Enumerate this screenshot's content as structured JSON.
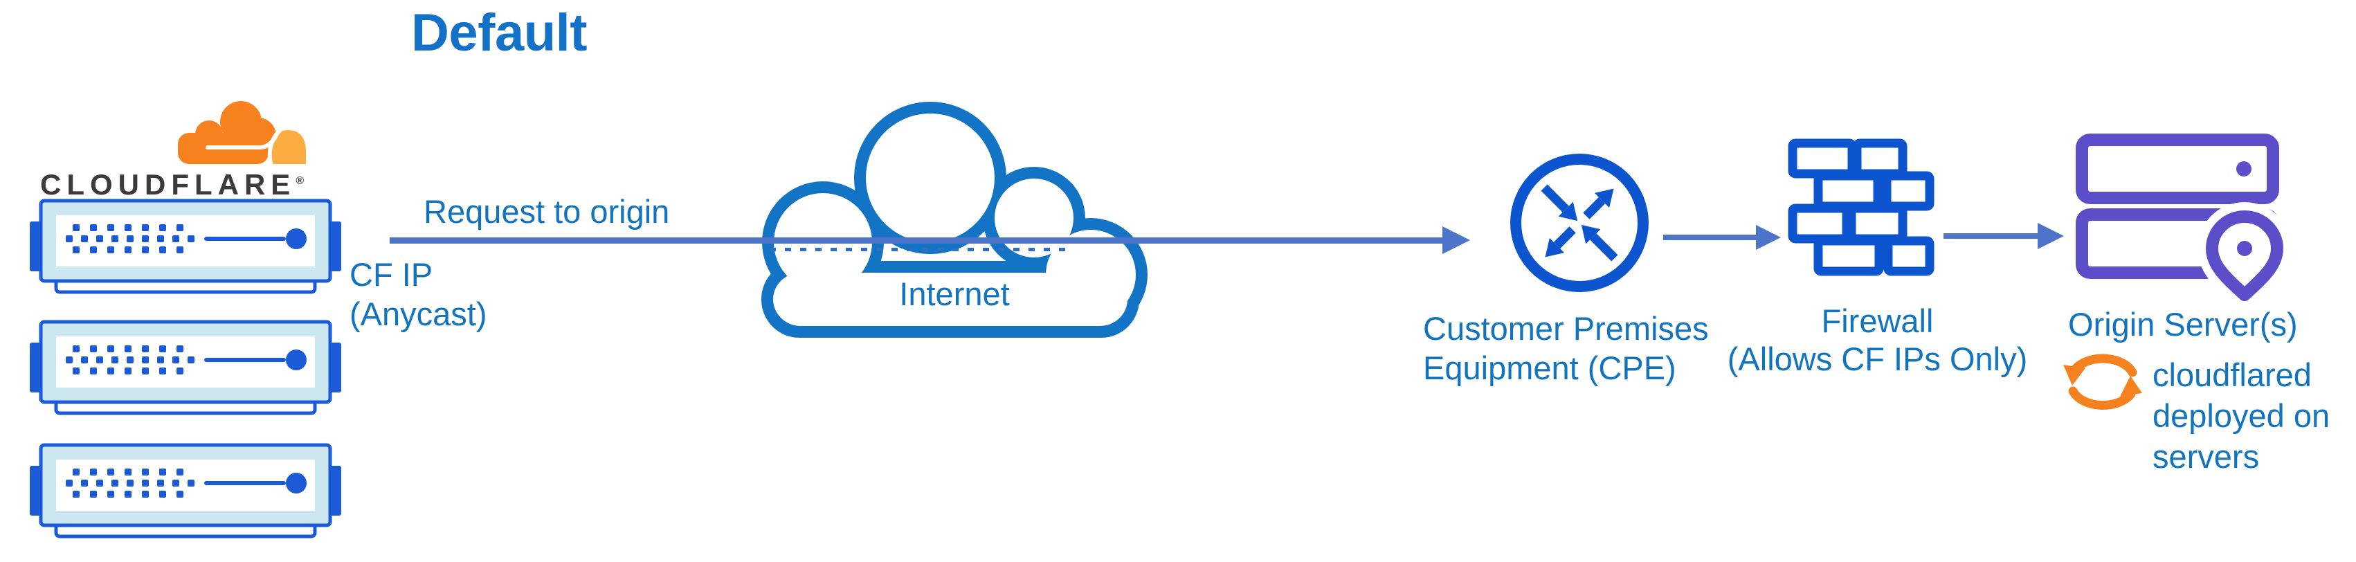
{
  "title": "Default",
  "logo": {
    "wordmark": "CLOUDFLARE",
    "registered": "®"
  },
  "edge": {
    "request_label": "Request to origin",
    "cf_ip_label": [
      "CF IP",
      "(Anycast)"
    ]
  },
  "nodes": {
    "internet": {
      "label": "Internet"
    },
    "cpe": {
      "label": [
        "Customer Premises",
        "Equipment (CPE)"
      ]
    },
    "firewall": {
      "label": [
        "Firewall",
        "(Allows CF IPs Only)"
      ]
    },
    "origin": {
      "label": "Origin Server(s)",
      "note": [
        "cloudflared",
        "deployed on",
        "servers"
      ]
    }
  },
  "icons": {
    "cloudflare_logo": "cloudflare-cloud-icon",
    "edge_server": "server-rack-icon",
    "internet": "cloud-outline-icon",
    "cpe": "router-arrows-icon",
    "firewall": "brick-wall-icon",
    "origin": "server-location-pin-icon",
    "cloudflared": "sync-arrows-icon"
  },
  "colors": {
    "title_blue": "#1372C8",
    "label_blue": "#1273BE",
    "device_blue": "#0D55CE",
    "server_blue": "#1A5AD7",
    "pale_blue": "#CDE7F1",
    "connector_blue": "#4C74C8",
    "dashed_blue": "#2E6FC3",
    "cloud_stroke_blue": "#1373C4",
    "origin_purple": "#5C4EC9",
    "brand_orange": "#F6821F",
    "brand_orange_light": "#FBAD41",
    "wordmark_dark": "#3B3B3B"
  }
}
